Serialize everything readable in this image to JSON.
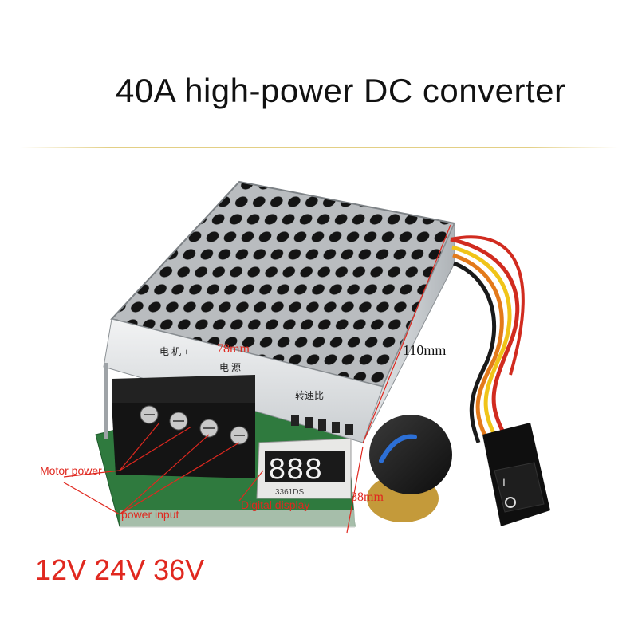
{
  "title": "40A high-power DC converter",
  "dimensions": {
    "width": "78mm",
    "length": "110mm",
    "height": "38mm"
  },
  "callouts": {
    "motor_power": "Motor power",
    "power_input": "power input",
    "digital_display": "Digital display"
  },
  "board_silkscreen": {
    "motor_plus": "电 机 +",
    "power_plus": "电 源 +",
    "speed_ratio": "转速比",
    "chip_marking": "3361DS"
  },
  "display_digits": "888",
  "supported_voltages": "12V 24V 36V",
  "colors": {
    "accent_red": "#e0281f",
    "heatsink_black": "#1a1a1a",
    "pcb_green": "#2f7a3e"
  },
  "icons": [
    "potentiometer-knob-icon",
    "rocker-switch-icon",
    "screw-terminal-icon"
  ]
}
